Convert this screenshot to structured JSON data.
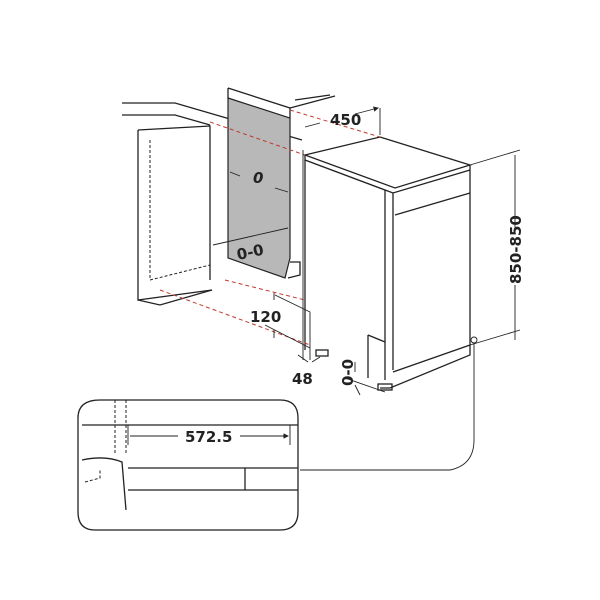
{
  "labels": {
    "width": "450",
    "side_gap": "0",
    "niche_gap": "0-0",
    "height": "850-850",
    "plinth": "120",
    "depth_offset": "48",
    "foot_gap": "0-0",
    "detail_depth": "572.5"
  },
  "colors": {
    "line": "#222222",
    "panel": "#b8b8b8",
    "guide": "#c0392b"
  }
}
